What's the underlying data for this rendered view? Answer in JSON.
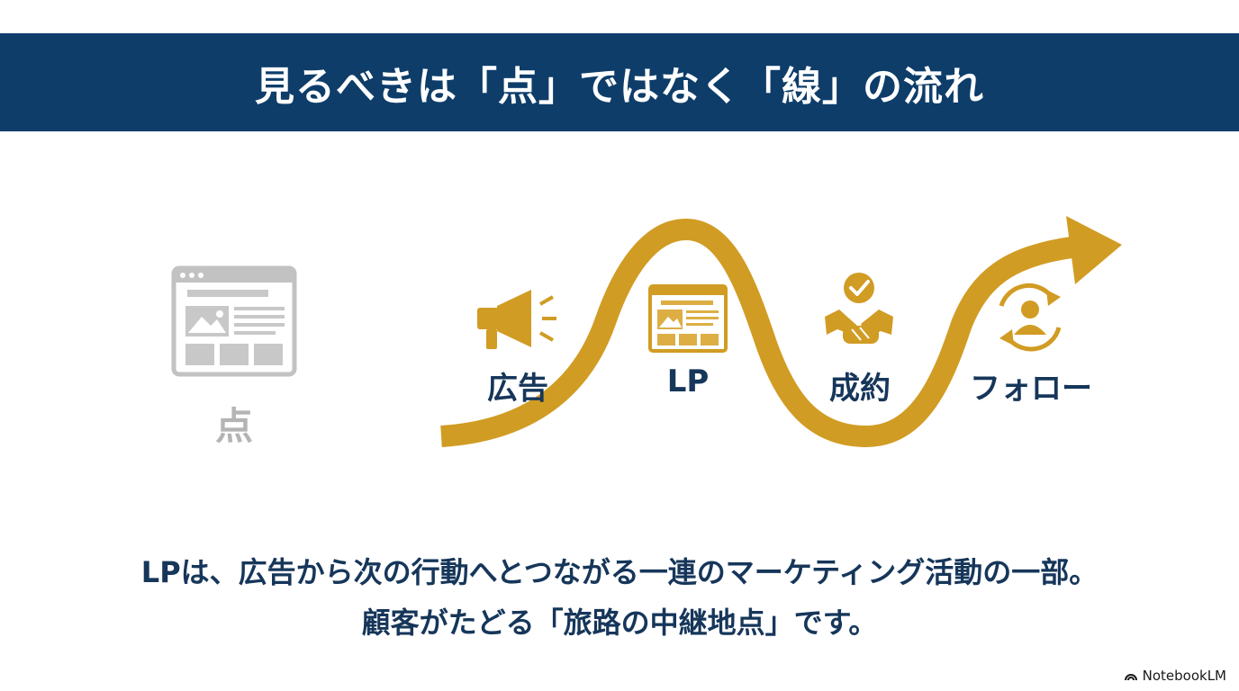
{
  "header": {
    "title": "見るべきは「点」ではなく「線」の流れ"
  },
  "point": {
    "label": "点",
    "icon": "webpage-icon"
  },
  "flow": {
    "color": "#d19c24",
    "steps": [
      {
        "label": "広告",
        "icon": "megaphone-icon"
      },
      {
        "label": "LP",
        "icon": "landing-page-icon"
      },
      {
        "label": "成約",
        "icon": "handshake-check-icon"
      },
      {
        "label": "フォロー",
        "icon": "user-cycle-icon"
      }
    ]
  },
  "caption": {
    "line1": "LPは、広告から次の行動へとつながる一連のマーケティング活動の一部。",
    "line2": "顧客がたどる「旅路の中継地点」です。"
  },
  "brand": {
    "label": "NotebookLM"
  },
  "colors": {
    "navy": "#0e3d6a",
    "gold": "#d19c24",
    "gray": "#c2c2c2",
    "text": "#16365a"
  }
}
